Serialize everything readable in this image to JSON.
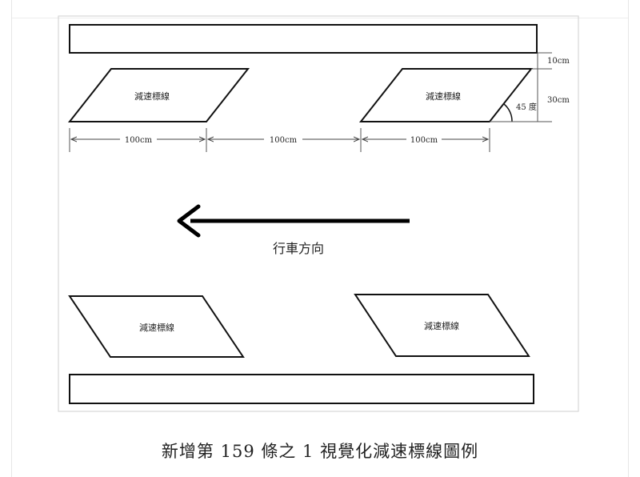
{
  "labels": {
    "marking": "減速標線",
    "width_top_left": "100cm",
    "gap": "100cm",
    "width_top_right": "100cm",
    "offset": "10cm",
    "height": "30cm",
    "angle": "45 度",
    "direction": "行車方向"
  },
  "caption": "新增第 159 條之 1 視覺化減速標線圖例"
}
